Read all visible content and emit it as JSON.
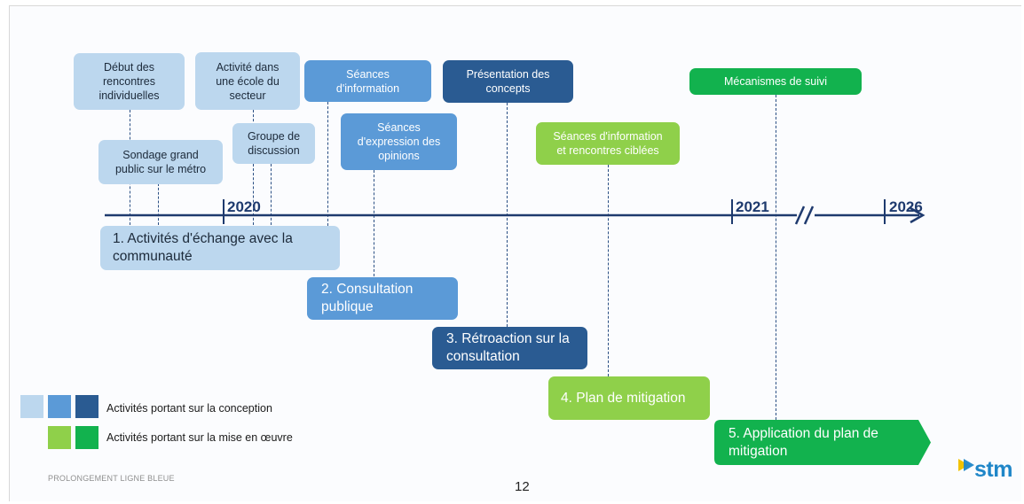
{
  "activities": {
    "debut_rencontres": "Début des\nrencontres\nindividuelles",
    "activite_ecole": "Activité dans\nune école du\nsecteur",
    "sondage": "Sondage grand\npublic sur le métro",
    "groupe_discussion": "Groupe de\ndiscussion",
    "seances_information": "Séances\nd'information",
    "seances_expression": "Séances\nd'expression des\nopinions",
    "presentation_concepts": "Présentation des\nconcepts",
    "seances_ciblees": "Séances d'information\net rencontres ciblées",
    "mecanismes_suivi": "Mécanismes de suivi"
  },
  "timeline": {
    "year_2020": "2020",
    "year_2021": "2021",
    "year_2026": "2026"
  },
  "phases": {
    "phase1": "1. Activités d'échange avec la\ncommunauté",
    "phase2": "2. Consultation\npublique",
    "phase3": "3. Rétroaction sur la\nconsultation",
    "phase4": "4. Plan de mitigation",
    "phase5": "5. Application du plan de\nmitigation"
  },
  "legend": {
    "conception": "Activités portant sur la conception",
    "mise_en_oeuvre": "Activités portant sur la mise en œuvre"
  },
  "footer": {
    "project": "PROLONGEMENT LIGNE BLEUE",
    "page_number": "12",
    "logo": "stm"
  },
  "colors": {
    "light_blue": "#bcd7ee",
    "mid_blue": "#5b9ad7",
    "dark_blue": "#2a5b92",
    "light_green": "#8fd04a",
    "green": "#12b24e",
    "axis_navy": "#1e3a6e",
    "logo_yellow": "#f2c200",
    "logo_blue": "#1f86c8"
  }
}
